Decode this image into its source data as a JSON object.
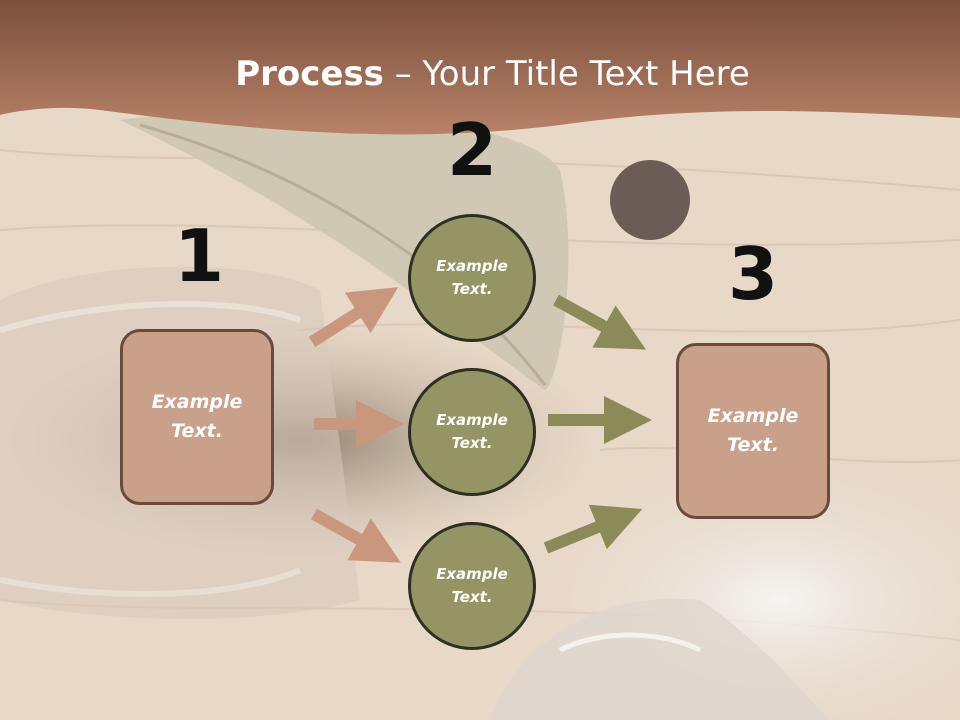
{
  "title": {
    "bold": "Process",
    "rest": " – Your Title Text Here"
  },
  "steps": {
    "one": "1",
    "two": "2",
    "three": "3"
  },
  "left_box": {
    "label": "Example\nText."
  },
  "right_box": {
    "label": "Example\nText."
  },
  "circles": [
    {
      "label": "Example\nText."
    },
    {
      "label": "Example\nText."
    },
    {
      "label": "Example\nText."
    }
  ],
  "colors": {
    "header": "#8a5a45",
    "box_fill": "#c9a08a",
    "box_border": "#6b4a3c",
    "circle_fill": "#959464",
    "circle_border": "#2d2f23",
    "arrow_left": "#c9977e",
    "arrow_right": "#8c8a58"
  }
}
